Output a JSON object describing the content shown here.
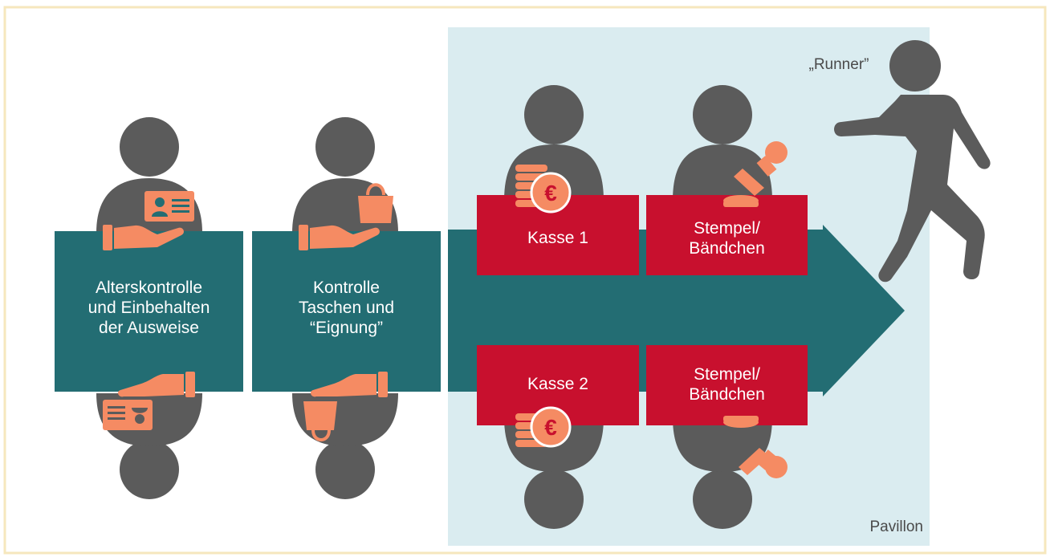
{
  "colors": {
    "frame_border": "#f6e7bd",
    "pavilion_bg": "#daecf0",
    "person": "#5b5b5b",
    "teal": "#236d73",
    "red": "#c8102e",
    "orange": "#f58b63",
    "text_on_dark": "#ffffff",
    "text_dark": "#4a4a4a"
  },
  "stations": {
    "age_check": {
      "lines": [
        "Alterskontrolle",
        "und Einbehalten",
        "der Ausweise"
      ]
    },
    "bag_check": {
      "lines": [
        "Kontrolle",
        "Taschen und",
        "“Eignung”"
      ]
    }
  },
  "registers": {
    "kasse_1": "Kasse 1",
    "kasse_2": "Kasse 2"
  },
  "stamps": {
    "top": {
      "lines": [
        "Stempel/",
        "Bändchen"
      ]
    },
    "bottom": {
      "lines": [
        "Stempel/",
        "Bändchen"
      ]
    }
  },
  "runner_label": "„Runner”",
  "pavilion_label": "Pavillon",
  "icons": [
    "id-card-icon",
    "hand-icon",
    "bag-icon",
    "coins-euro-icon",
    "stamp-icon",
    "person-icon",
    "runner-icon"
  ]
}
